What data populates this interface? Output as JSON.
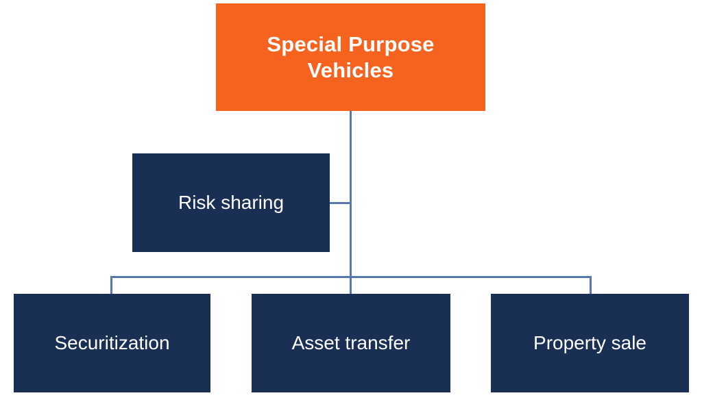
{
  "diagram": {
    "type": "hierarchy-tree",
    "background_color": "#ffffff",
    "root": {
      "id": "special-purpose-vehicles",
      "label": "Special Purpose Vehicles",
      "fill_color": "#f5631f",
      "text_color": "#ffffff",
      "emphasis": "bold"
    },
    "branch": {
      "id": "risk-sharing",
      "label": "Risk sharing",
      "fill_color": "#192f54",
      "text_color": "#ffffff"
    },
    "children": [
      {
        "id": "securitization",
        "label": "Securitization",
        "fill_color": "#192f54",
        "text_color": "#ffffff"
      },
      {
        "id": "asset-transfer",
        "label": "Asset transfer",
        "fill_color": "#192f54",
        "text_color": "#ffffff"
      },
      {
        "id": "property-sale",
        "label": "Property sale",
        "fill_color": "#192f54",
        "text_color": "#ffffff"
      }
    ],
    "connector_color": "#5878ab"
  }
}
